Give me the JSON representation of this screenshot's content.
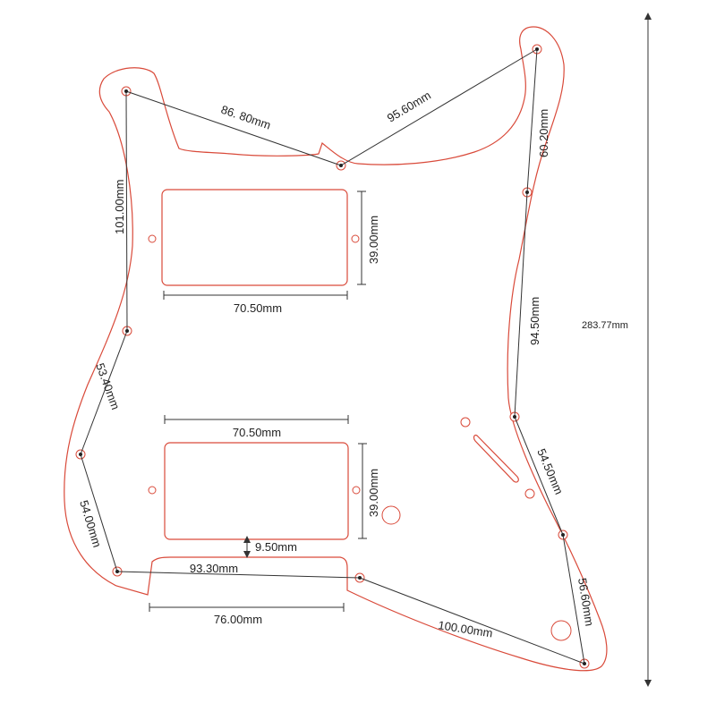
{
  "colors": {
    "outline": "#d94a3a",
    "measure": "#333333",
    "text": "#222222",
    "background": "#ffffff"
  },
  "labels": {
    "top_left": "86. 80mm",
    "top_right": "95.60mm",
    "left_upper": "101.00mm",
    "right_upper": "60.20mm",
    "right_mid": "94.50mm",
    "left_mid": "53.40mm",
    "left_lower": "54.00mm",
    "right_lower": "54.50mm",
    "right_bottom": "56.60mm",
    "bottom_right": "100.00mm",
    "bottom_mid": "93.30mm",
    "bottom_width": "76.00mm",
    "pickup1_width": "70.50mm",
    "pickup1_height": "39.00mm",
    "pickup2_width": "70.50mm",
    "pickup2_height": "39.00mm",
    "pickup_gap": "9.50mm",
    "overall_height": "283.77mm"
  }
}
